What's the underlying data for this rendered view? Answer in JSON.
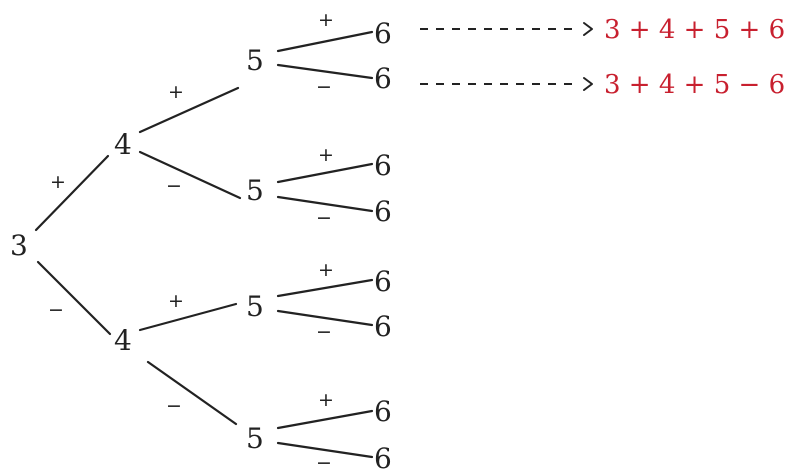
{
  "tree": {
    "nodes": {
      "root": "3",
      "l1_top": "4",
      "l1_bottom": "4",
      "l2": [
        "5",
        "5",
        "5",
        "5"
      ],
      "l3": [
        "6",
        "6",
        "6",
        "6",
        "6",
        "6",
        "6",
        "6"
      ]
    },
    "signs": {
      "root_to_l1": [
        "+",
        "−"
      ],
      "l1_to_l2": [
        "+",
        "−",
        "+",
        "−"
      ],
      "l2_to_l3": [
        "+",
        "−",
        "+",
        "−",
        "+",
        "−",
        "+",
        "−"
      ]
    },
    "results": [
      "3 + 4 + 5 + 6",
      "3 + 4 + 5 − 6"
    ],
    "colors": {
      "ink": "#222222",
      "result": "#c8202f"
    }
  }
}
